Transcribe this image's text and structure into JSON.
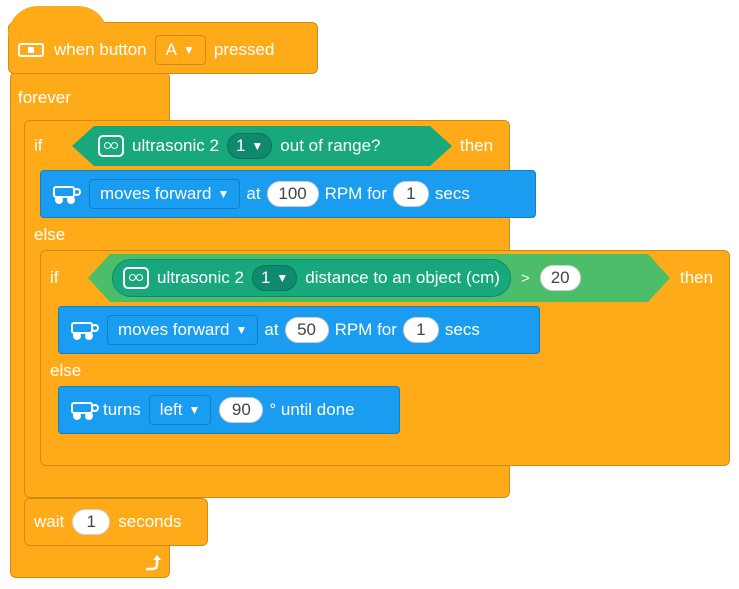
{
  "hat": {
    "label_when": "when button",
    "button_value": "A",
    "label_pressed": "pressed"
  },
  "forever": {
    "label": "forever"
  },
  "outer_if": {
    "if_label": "if",
    "then_label": "then",
    "else_label": "else",
    "condition": {
      "sensor_label": "ultrasonic 2",
      "port": "1",
      "tail": "out of range?"
    },
    "then_action": {
      "direction": "moves forward",
      "at_label": "at",
      "rpm": "100",
      "rpm_for_label": "RPM for",
      "duration": "1",
      "secs_label": "secs"
    }
  },
  "inner_if": {
    "if_label": "if",
    "then_label": "then",
    "else_label": "else",
    "condition": {
      "sensor_label": "ultrasonic 2",
      "port": "1",
      "tail": "distance to an object (cm)",
      "operator": ">",
      "threshold": "20"
    },
    "then_action": {
      "direction": "moves forward",
      "at_label": "at",
      "rpm": "50",
      "rpm_for_label": "RPM for",
      "duration": "1",
      "secs_label": "secs"
    },
    "else_action": {
      "turns_label": "turns",
      "direction": "left",
      "angle": "90",
      "tail": "° until done"
    }
  },
  "wait": {
    "label": "wait",
    "value": "1",
    "unit": "seconds"
  },
  "icons": {
    "hat": "button-icon",
    "sensor": "ultrasonic-sensor-icon",
    "robot": "robot-icon",
    "loop_arrow": "loop-arrow-icon"
  },
  "colors": {
    "events": "#ffab19",
    "motion": "#1a9cf0",
    "sensing": "#18a87c",
    "operator": "#4cbe6a"
  }
}
